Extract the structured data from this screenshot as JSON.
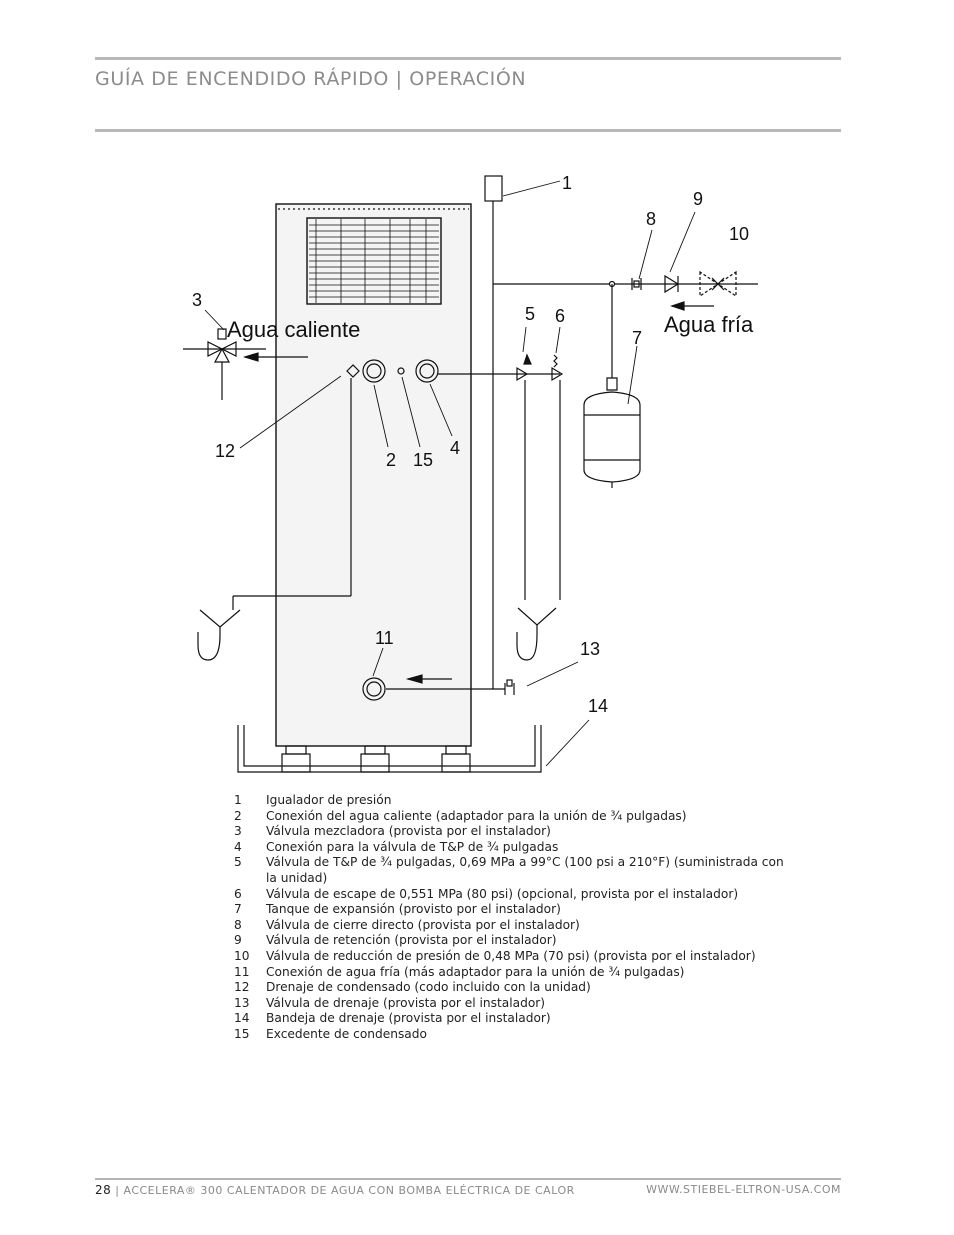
{
  "header": {
    "title": "GUÍA DE ENCENDIDO RÁPIDO | OPERACIÓN"
  },
  "diagram": {
    "labels": {
      "hot": "Agua caliente",
      "cold": "Agua fría"
    },
    "callouts": {
      "c1": "1",
      "c2": "2",
      "c3": "3",
      "c4": "4",
      "c5": "5",
      "c6": "6",
      "c7": "7",
      "c8": "8",
      "c9": "9",
      "c10": "10",
      "c11": "11",
      "c12": "12",
      "c13": "13",
      "c14": "14",
      "c15": "15"
    }
  },
  "legend": [
    {
      "num": "1",
      "text": "Igualador de presión"
    },
    {
      "num": "2",
      "text": "Conexión del agua caliente (adaptador para la unión de ¾ pulgadas)"
    },
    {
      "num": "3",
      "text": "Válvula mezcladora (provista por el instalador)"
    },
    {
      "num": "4",
      "text": "Conexión para la válvula de T&P de ¾ pulgadas"
    },
    {
      "num": "5",
      "text": "Válvula de T&P de ¾ pulgadas, 0,69 MPa a 99°C (100 psi a 210°F) (suministrada con la unidad)"
    },
    {
      "num": "6",
      "text": "Válvula de escape de 0,551 MPa (80 psi) (opcional, provista por el instalador)"
    },
    {
      "num": "7",
      "text": "Tanque de expansión (provisto por el instalador)"
    },
    {
      "num": "8",
      "text": "Válvula de cierre directo (provista por el instalador)"
    },
    {
      "num": "9",
      "text": "Válvula de retención (provista por el instalador)"
    },
    {
      "num": "10",
      "text": "Válvula de reducción de presión de 0,48 MPa (70 psi) (provista por el instalador)"
    },
    {
      "num": "11",
      "text": "Conexión de agua fría (más adaptador para la unión de ¾ pulgadas)"
    },
    {
      "num": "12",
      "text": "Drenaje de condensado (codo incluido con la unidad)"
    },
    {
      "num": "13",
      "text": "Válvula de drenaje (provista por el instalador)"
    },
    {
      "num": "14",
      "text": "Bandeja de drenaje (provista por el instalador)"
    },
    {
      "num": "15",
      "text": "Excedente de condensado"
    }
  ],
  "footer": {
    "page": "28",
    "left": "| ACCELERA® 300 CALENTADOR DE AGUA CON BOMBA ELÉCTRICA DE CALOR",
    "right": "WWW.STIEBEL-ELTRON-USA.COM"
  }
}
